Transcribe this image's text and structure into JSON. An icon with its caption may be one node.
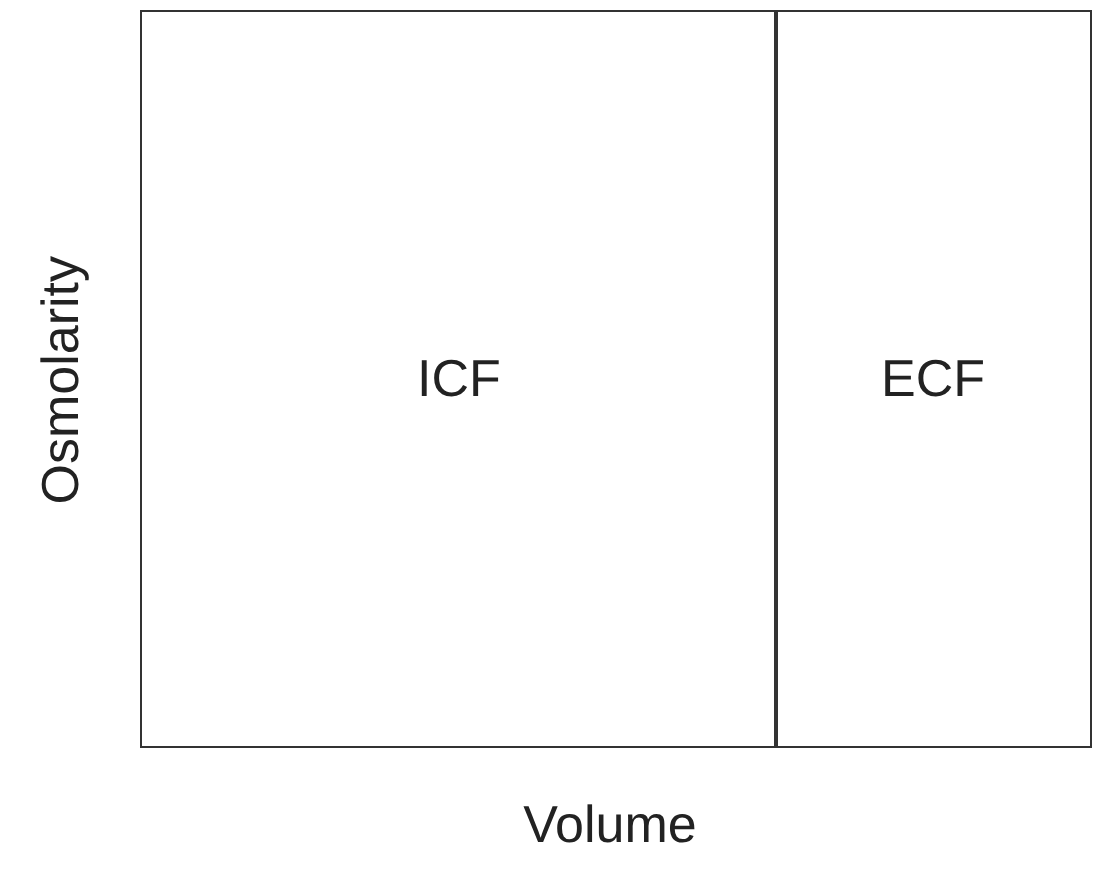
{
  "diagram": {
    "nodes": [
      {
        "text": [
          "ICF"
        ]
      },
      {
        "text": [
          "ECF"
        ]
      }
    ],
    "labels": [
      "Osmolarity",
      "Volume"
    ]
  }
}
